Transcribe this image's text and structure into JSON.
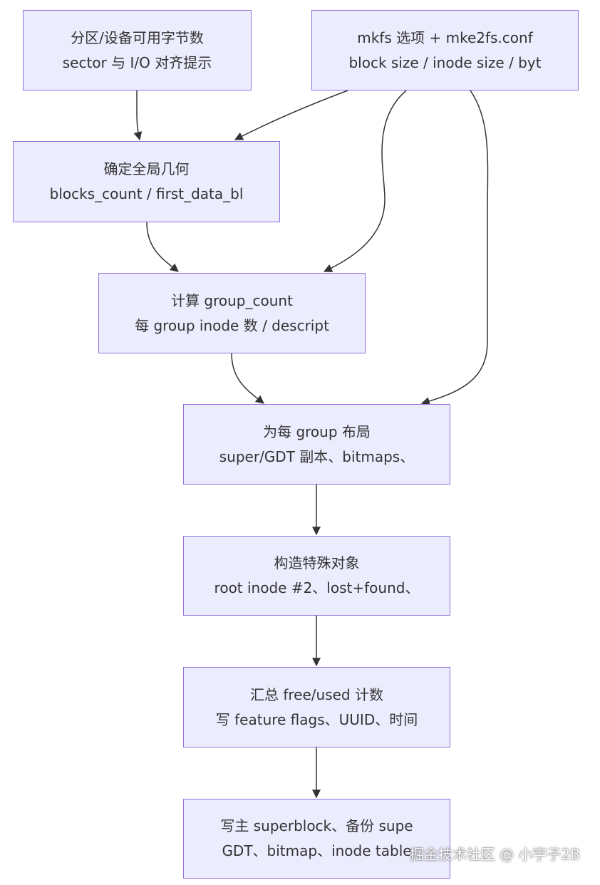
{
  "nodes": {
    "partition": {
      "line1": "分区/设备可用字节数",
      "line2": "sector 与 I/O 对齐提示"
    },
    "options": {
      "line1": "mkfs 选项 + mke2fs.conf",
      "line2": "block size / inode size / byt"
    },
    "geometry": {
      "line1": "确定全局几何",
      "line2": "blocks_count / first_data_bl"
    },
    "group_count": {
      "line1": "计算 group_count",
      "line2": "每 group inode 数 / descript"
    },
    "layout": {
      "line1": "为每 group 布局",
      "line2": "super/GDT 副本、bitmaps、"
    },
    "special": {
      "line1": "构造特殊对象",
      "line2": "root inode #2、lost+found、"
    },
    "summary": {
      "line1": "汇总 free/used 计数",
      "line2": "写 feature flags、UUID、时间"
    },
    "write": {
      "line1": "写主 superblock、备份 supe",
      "line2": "GDT、bitmap、inode table"
    }
  },
  "watermark": "掘金技术社区 @ 小宇子2B",
  "colors": {
    "node_fill": "#ececff",
    "node_border": "#9370db",
    "edge": "#333333",
    "text": "#333333"
  }
}
